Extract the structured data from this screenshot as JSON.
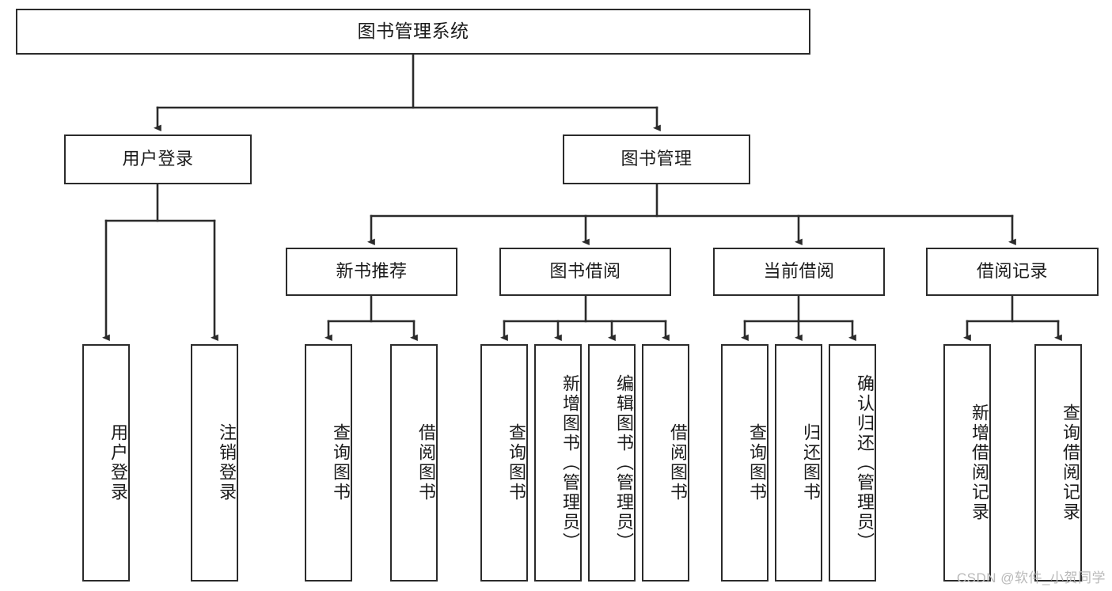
{
  "diagram": {
    "title": "图书管理系统",
    "type": "tree",
    "watermark": "CSDN @软件_小贺同学",
    "colors": {
      "box_border": "#2b2b2b",
      "box_fill": "#ffffff",
      "edge": "#2b2b2b",
      "text": "#1b1b1b",
      "watermark": "#b9b9b9"
    },
    "levels": {
      "root": {
        "label": "图书管理系统"
      },
      "level2": [
        {
          "id": "user-login",
          "label": "用户登录"
        },
        {
          "id": "book-manage",
          "label": "图书管理"
        }
      ],
      "level3": [
        {
          "id": "new-book-recommend",
          "label": "新书推荐",
          "parent": "book-manage"
        },
        {
          "id": "book-borrow",
          "label": "图书借阅",
          "parent": "book-manage"
        },
        {
          "id": "current-borrow",
          "label": "当前借阅",
          "parent": "book-manage"
        },
        {
          "id": "borrow-record",
          "label": "借阅记录",
          "parent": "book-manage"
        }
      ],
      "leaves": {
        "user-login": [
          {
            "id": "leaf-user-login",
            "label": "用户登录"
          },
          {
            "id": "leaf-logout-login",
            "label": "注销登录"
          }
        ],
        "new-book-recommend": [
          {
            "id": "leaf-query-book-1",
            "label": "查询图书"
          },
          {
            "id": "leaf-borrow-book-1",
            "label": "借阅图书"
          }
        ],
        "book-borrow": [
          {
            "id": "leaf-query-book-2",
            "label": "查询图书"
          },
          {
            "id": "leaf-add-book",
            "label": "新增图书（管理员）"
          },
          {
            "id": "leaf-edit-book",
            "label": "编辑图书（管理员）"
          },
          {
            "id": "leaf-borrow-book-2",
            "label": "借阅图书"
          }
        ],
        "current-borrow": [
          {
            "id": "leaf-query-book-3",
            "label": "查询图书"
          },
          {
            "id": "leaf-return-book",
            "label": "归还图书"
          },
          {
            "id": "leaf-confirm-return",
            "label": "确认归还（管理员）"
          }
        ],
        "borrow-record": [
          {
            "id": "leaf-add-record",
            "label": "新增借阅记录"
          },
          {
            "id": "leaf-query-record",
            "label": "查询借阅记录"
          }
        ]
      }
    }
  }
}
